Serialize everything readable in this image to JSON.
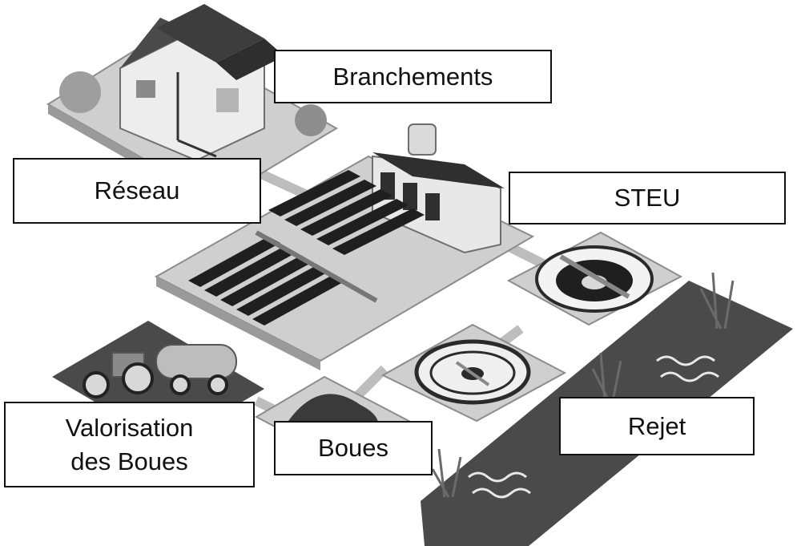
{
  "labels": {
    "branchements": "Branchements",
    "reseau": "Réseau",
    "steu": "STEU",
    "rejet": "Rejet",
    "boues": "Boues",
    "valorisation_line1": "Valorisation",
    "valorisation_line2": "des Boues"
  },
  "colors": {
    "ground": "#c9c9c9",
    "ground_shadow": "#9a9a9a",
    "water": "#4a4a4a",
    "basin": "#1f1f1f",
    "roof": "#3a3a3a",
    "building": "#e4e4e4"
  }
}
